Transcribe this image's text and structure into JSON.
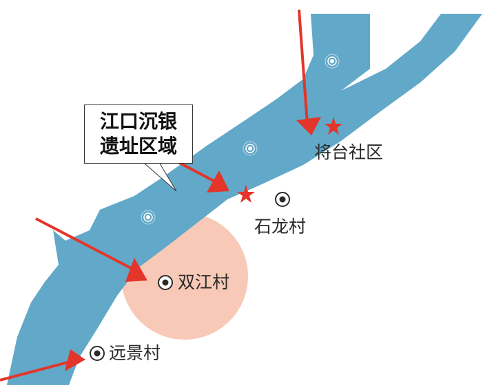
{
  "colors": {
    "river": "#62a8c8",
    "zone": "#f7c9b6",
    "arrow": "#e3352a",
    "star": "#e3352a",
    "marker": "#2a2a2a"
  },
  "callout": {
    "line1": "江口沉银",
    "line2": "遗址区域"
  },
  "places": [
    {
      "name": "将台社区",
      "icon": "star-icon"
    },
    {
      "name": "石龙村",
      "icon": "village-marker-icon"
    },
    {
      "name": "双江村",
      "icon": "village-marker-icon"
    },
    {
      "name": "远景村",
      "icon": "village-marker-icon"
    }
  ]
}
